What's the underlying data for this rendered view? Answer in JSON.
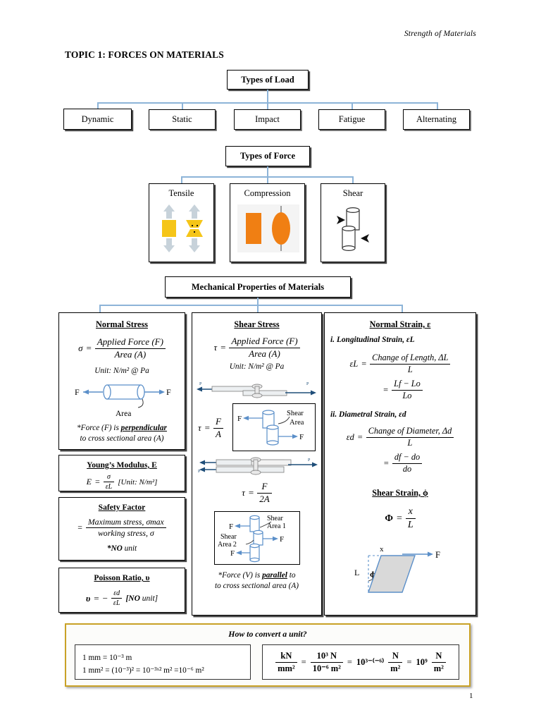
{
  "document": {
    "header": "Strength of Materials",
    "topic_title": "TOPIC 1: FORCES ON MATERIALS",
    "page_number": "1"
  },
  "types_of_load": {
    "title": "Types of Load",
    "items": [
      {
        "label": "Dynamic"
      },
      {
        "label": "Static"
      },
      {
        "label": "Impact"
      },
      {
        "label": "Fatigue"
      },
      {
        "label": "Alternating"
      }
    ]
  },
  "types_of_force": {
    "title": "Types of Force",
    "items": [
      {
        "label": "Tensile",
        "icon": "tensile-arrows-specimen-icon"
      },
      {
        "label": "Compression",
        "icon": "compression-block-icon"
      },
      {
        "label": "Shear",
        "icon": "shear-cylinders-icon"
      }
    ]
  },
  "mechanical_properties": {
    "title": "Mechanical Properties of Materials",
    "normal_stress": {
      "heading": "Normal Stress",
      "symbol": "σ",
      "equals": "=",
      "numerator": "Applied Force (F)",
      "denominator": "Area (A)",
      "unit": "Unit: N/m² @ Pa",
      "diagram": {
        "left_force": "F",
        "right_force": "F",
        "area_label": "Area",
        "icon": "cylinder-tension-icon"
      },
      "note_prefix": "*Force (F) is ",
      "note_emph": "perpendicular",
      "note_suffix": "to cross sectional area (A)"
    },
    "youngs_modulus": {
      "heading": "Young’s Modulus, E",
      "symbol": "E",
      "equals": "=",
      "numerator": "σ",
      "denominator": "εL",
      "unit": "[Unit: N/m²]"
    },
    "safety_factor": {
      "heading": "Safety Factor",
      "equals": "=",
      "numerator": "Maximum stress, σmax",
      "denominator": "working stress, σ",
      "note_bold": "*NO",
      "note_rest": "unit"
    },
    "poisson_ratio": {
      "heading": "Poisson Ratio, υ",
      "symbol": "υ",
      "equals": "=",
      "minus": "−",
      "numerator": "εd",
      "denominator": "εL",
      "unit_bold": "[NO",
      "unit_rest": "unit]"
    },
    "shear_stress": {
      "heading": "Shear Stress",
      "symbol": "τ",
      "equals": "=",
      "numerator": "Applied Force (F)",
      "denominator": "Area (A)",
      "unit": "Unit: N/m² @ Pa",
      "single_shear": {
        "symbol": "τ",
        "equals": "=",
        "numerator": "F",
        "denominator": "A",
        "joint_icon": "single-shear-bolt-joint-icon",
        "detail": {
          "force_left": "F",
          "force_right": "F",
          "shear_area_label_line1": "Shear",
          "shear_area_label_line2": "Area",
          "icon": "single-shear-detail-icon"
        }
      },
      "double_shear": {
        "symbol": "τ",
        "equals": "=",
        "numerator": "F",
        "denominator": "2A",
        "joint_icon": "double-shear-bolt-joint-icon",
        "detail": {
          "force_top": "F",
          "force_mid": "F",
          "force_bottom": "F",
          "area1_line1": "Shear",
          "area1_line2": "Area 1",
          "area2_line1": "Shear",
          "area2_line2": "Area 2",
          "icon": "double-shear-detail-icon"
        }
      },
      "note_prefix": "*Force (V) is ",
      "note_emph": "parallel",
      "note_suffix": "to cross sectional area (A)"
    },
    "normal_strain": {
      "heading": "Normal Strain, ε",
      "longitudinal": {
        "label": "i. Longitudinal Strain, εL",
        "symbol": "εL",
        "equals": "=",
        "numerator": "Change of Length, ΔL",
        "denominator": "L",
        "equals2": "=",
        "numerator2": "Lf − Lo",
        "denominator2": "Lo"
      },
      "diametral": {
        "label": "ii. Diametral Strain, εd",
        "symbol": "εd",
        "equals": "=",
        "numerator": "Change of Diameter, Δd",
        "denominator": "L",
        "equals2": "=",
        "numerator2": "df − do",
        "denominator2": "do"
      },
      "shear_strain": {
        "heading": "Shear Strain, ϕ",
        "symbol": "Φ",
        "equals": "=",
        "numerator": "x",
        "denominator": "L",
        "diagram": {
          "x_label": "x",
          "l_label": "L",
          "phi_label": "ϕ",
          "force_label": "F",
          "icon": "shear-strain-parallelogram-icon"
        }
      }
    }
  },
  "convert_panel": {
    "title": "How to convert a unit?",
    "left_lines": [
      "1 mm = 10⁻³ m",
      "1 mm² = (10⁻³)² = 10⁻³ˣ² m² =10⁻⁶ m²"
    ],
    "right_formula": {
      "t1_num": "kN",
      "t1_den": "mm²",
      "eq1": "=",
      "t2_num": "10³ N",
      "t2_den": "10⁻⁶ m²",
      "eq2": "=",
      "t3_coef": "10³⁻⁽⁻⁶⁾",
      "t3_num": "N",
      "t3_den": "m²",
      "eq3": "=",
      "t4_coef": "10⁹",
      "t4_num": "N",
      "t4_den": "m²"
    }
  },
  "colors": {
    "connector": "#8db4d8",
    "tensile_yellow": "#f5c518",
    "compression_orange": "#f07f13",
    "arrow_gray": "#c7d2da",
    "gold_border": "#c9a227",
    "diagram_blue": "#5b8fc9",
    "shear_fill": "#d9d9d9"
  }
}
